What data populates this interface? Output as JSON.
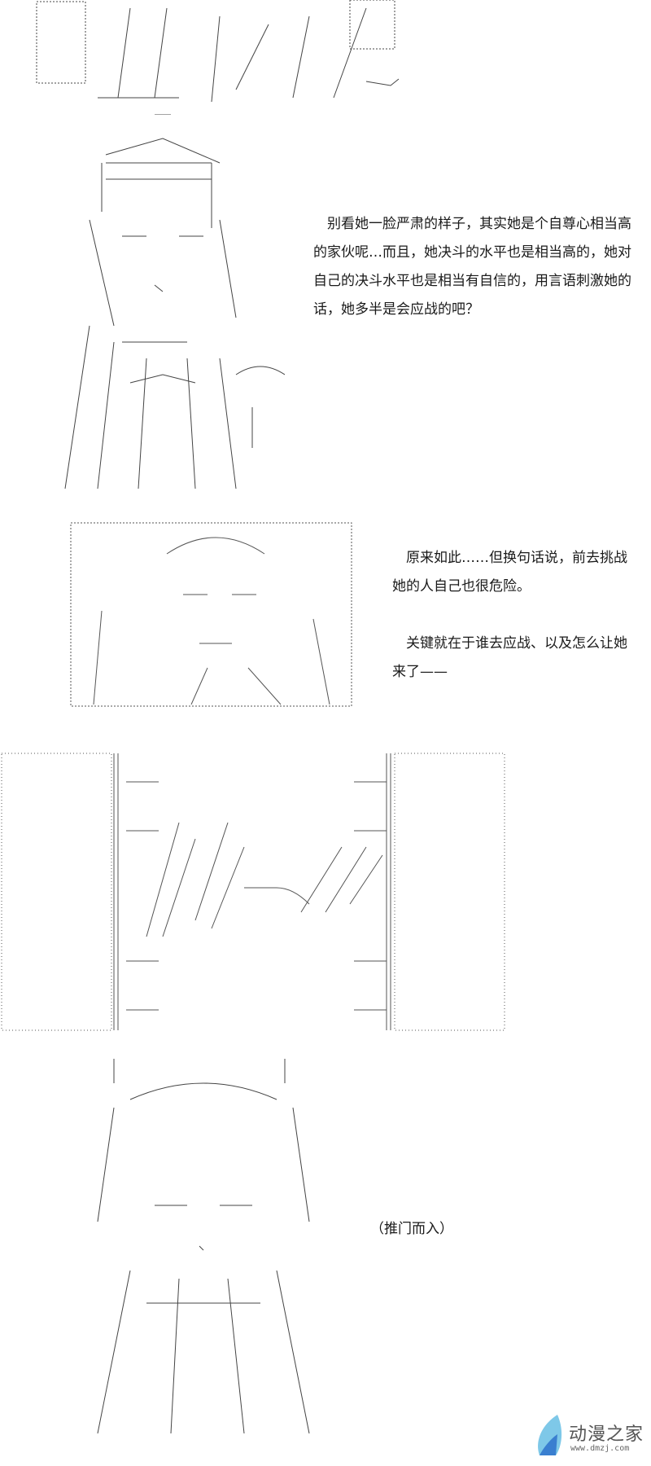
{
  "panels": {
    "text1": [
      "　别看她一脸严肃的样子，其实她是个自尊心相当高",
      "的家伙呢…而且，她决斗的水平也是相当高的，她对",
      "自己的决斗水平也是相当有自信的，用言语刺激她的",
      "话，她多半是会应战的吧？"
    ],
    "text2": [
      "　原来如此……但换句话说，前去挑战",
      "她的人自己也很危险。",
      "",
      "　关键就在于谁去应战、以及怎么让她",
      "来了——"
    ],
    "text3": "（推门而入）"
  },
  "watermark": {
    "brand": "动漫之家",
    "url": "www.dmzj.com",
    "colors": {
      "light": "#7ec8e8",
      "dark": "#3a7fd0"
    }
  }
}
